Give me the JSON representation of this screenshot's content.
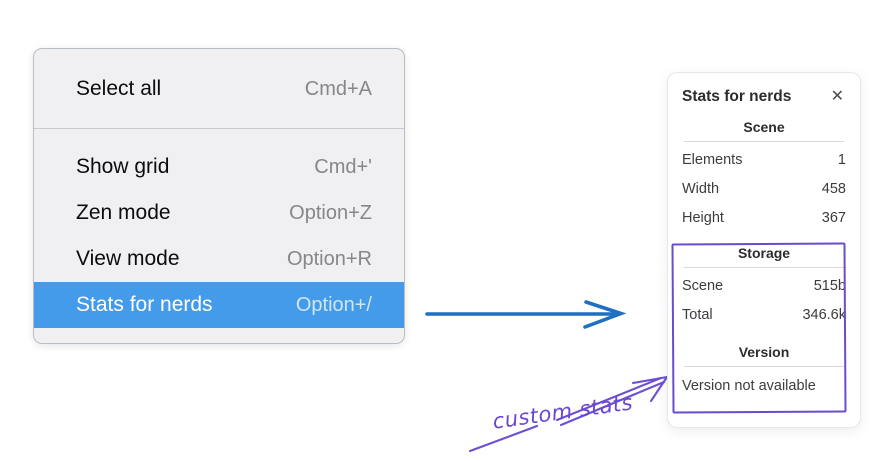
{
  "context_menu": {
    "items": [
      {
        "label": "Select all",
        "shortcut": "Cmd+A"
      },
      {
        "label": "Show grid",
        "shortcut": "Cmd+'"
      },
      {
        "label": "Zen mode",
        "shortcut": "Option+Z"
      },
      {
        "label": "View mode",
        "shortcut": "Option+R"
      },
      {
        "label": "Stats for nerds",
        "shortcut": "Option+/",
        "selected": true
      }
    ]
  },
  "stats_panel": {
    "title": "Stats for nerds",
    "close_icon": "✕",
    "scene": {
      "header": "Scene",
      "rows": [
        {
          "label": "Elements",
          "value": "1"
        },
        {
          "label": "Width",
          "value": "458"
        },
        {
          "label": "Height",
          "value": "367"
        }
      ]
    },
    "storage": {
      "header": "Storage",
      "rows": [
        {
          "label": "Scene",
          "value": "515b"
        },
        {
          "label": "Total",
          "value": "346.6k"
        }
      ]
    },
    "version": {
      "header": "Version",
      "note": "Version not available"
    }
  },
  "annotations": {
    "custom_stats_label": "custom stats"
  },
  "colors": {
    "menu_highlight": "#449be9",
    "blue_arrow": "#1f6fc2",
    "purple": "#6a4ccd"
  }
}
